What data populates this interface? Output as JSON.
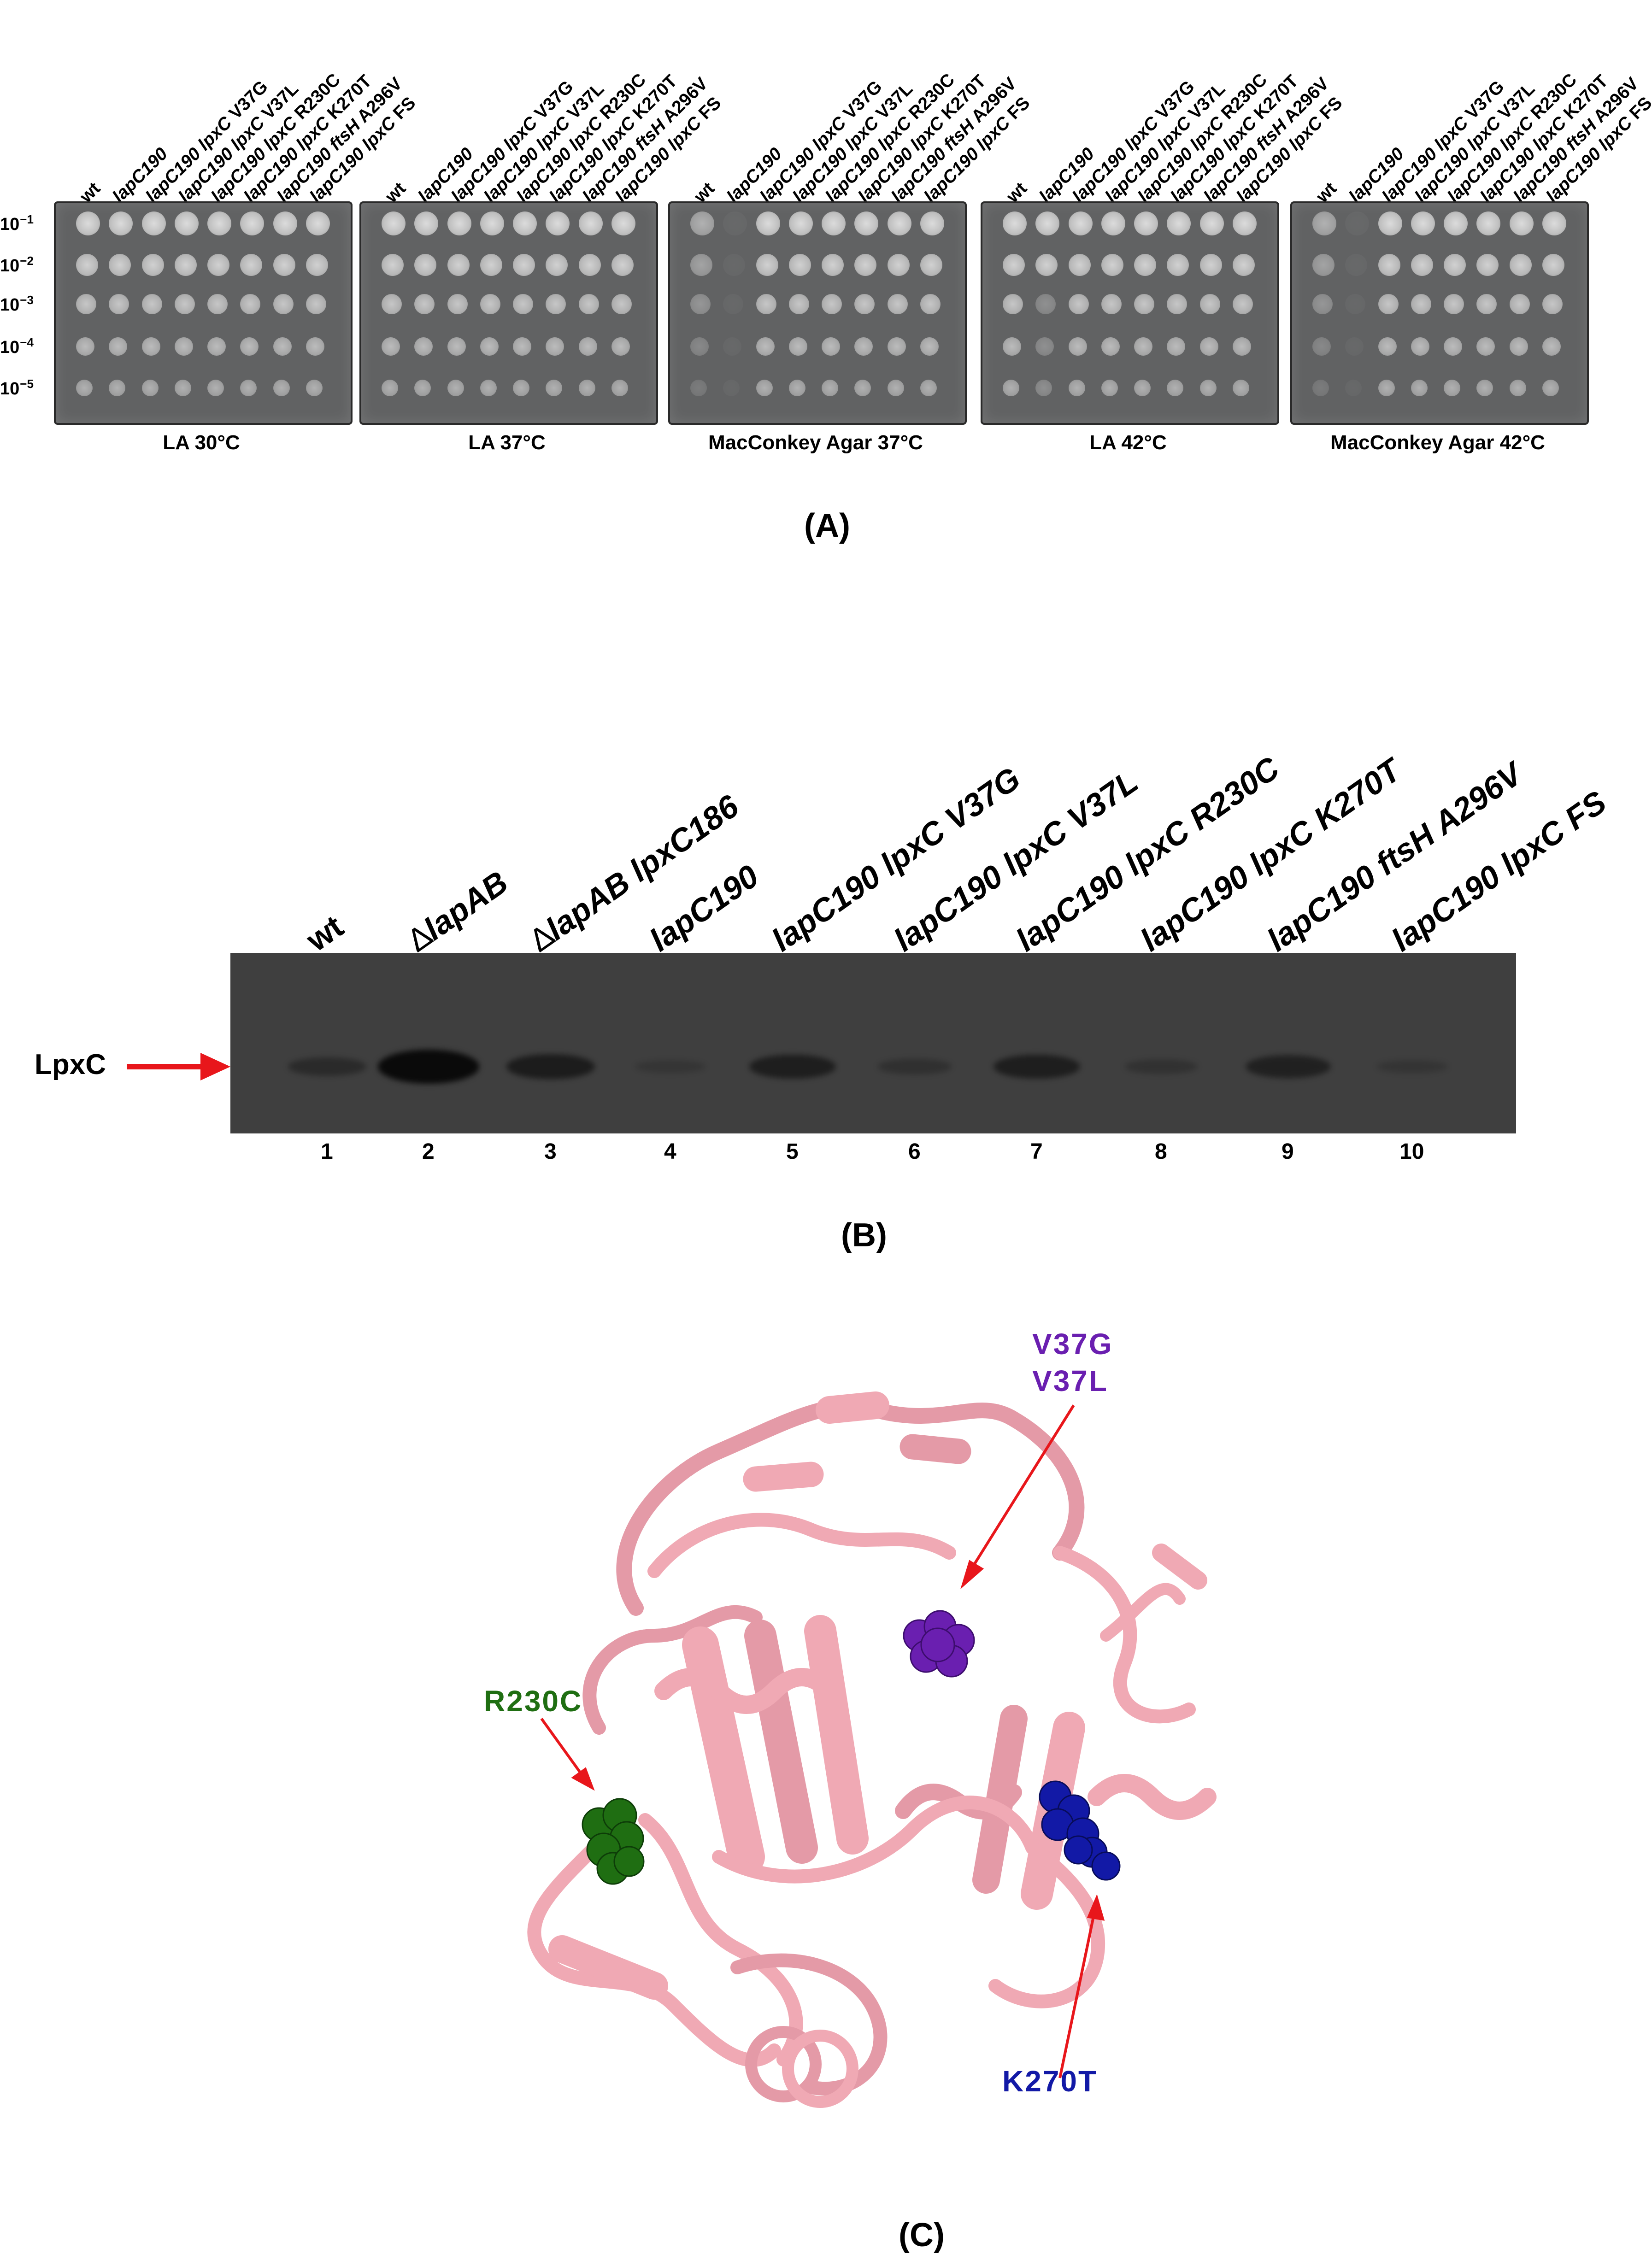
{
  "panel_a": {
    "letter": "(A)",
    "strains": [
      "wt",
      "lapC190",
      "lapC190 lpxC V37G",
      "lapC190 lpxC V37L",
      "lapC190 lpxC R230C",
      "lapC190 lpxC K270T",
      "lapC190 ftsH A296V",
      "lapC190 lpxC FS"
    ],
    "dilutions": [
      {
        "base": "10",
        "exp": "−1"
      },
      {
        "base": "10",
        "exp": "−2"
      },
      {
        "base": "10",
        "exp": "−3"
      },
      {
        "base": "10",
        "exp": "−4"
      },
      {
        "base": "10",
        "exp": "−5"
      }
    ],
    "plates": [
      {
        "label": "LA 30°C"
      },
      {
        "label": "LA 37°C"
      },
      {
        "label": "MacConkey Agar 37°C"
      },
      {
        "label": "LA 42°C"
      },
      {
        "label": "MacConkey Agar 42°C"
      }
    ]
  },
  "panel_b": {
    "letter": "(B)",
    "protein_label": "LpxC",
    "lanes": [
      {
        "delta": "",
        "name": "wt",
        "number": "1",
        "band": 0.28
      },
      {
        "delta": "∆",
        "name": "lapAB",
        "number": "2",
        "band": 1.0
      },
      {
        "delta": "∆",
        "name": "lapAB lpxC186",
        "number": "3",
        "band": 0.6
      },
      {
        "delta": "",
        "name": "lapC190",
        "number": "4",
        "band": 0.05
      },
      {
        "delta": "",
        "name": "lapC190 lpxC V37G",
        "number": "5",
        "band": 0.55
      },
      {
        "delta": "",
        "name": "lapC190 lpxC V37L",
        "number": "6",
        "band": 0.15
      },
      {
        "delta": "",
        "name": "lapC190 lpxC R230C",
        "number": "7",
        "band": 0.55
      },
      {
        "delta": "",
        "name": "lapC190 lpxC K270T",
        "number": "8",
        "band": 0.12
      },
      {
        "delta": "",
        "name": "lapC190 ftsH A296V",
        "number": "9",
        "band": 0.5
      },
      {
        "delta": "",
        "name": "lapC190 lpxC FS",
        "number": "10",
        "band": 0.06
      }
    ],
    "colors": {
      "arrow": "#e8161b"
    }
  },
  "panel_c": {
    "letter": "(C)",
    "labels": {
      "v37_line1": "V37G",
      "v37_line2": "V37L",
      "r230": "R230C",
      "k270": "K270T"
    },
    "colors": {
      "ribbon": "#f0a9b4",
      "ribbon_dark": "#d6808f",
      "v37": "#6a1fb0",
      "r230": "#1f6e12",
      "k270": "#1219a6",
      "arrow": "#e8161b"
    }
  }
}
